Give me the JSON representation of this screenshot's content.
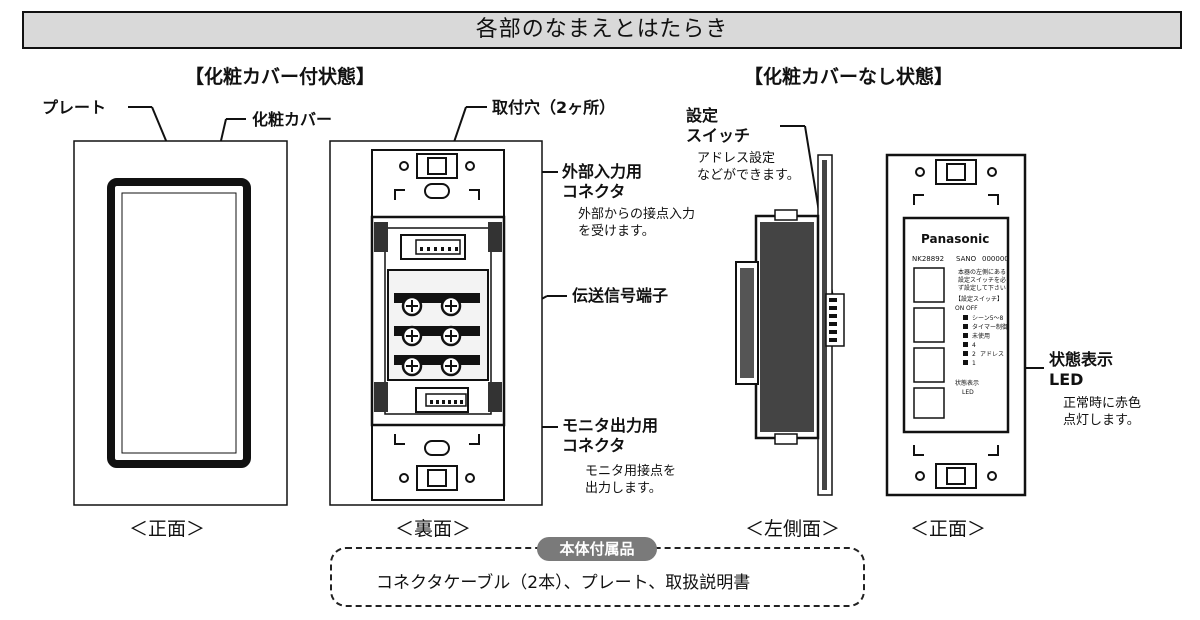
{
  "title": "各部のなまえとはたらき",
  "left_heading": "【化粧カバー付状態】",
  "right_heading": "【化粧カバーなし状態】",
  "labels": {
    "plate": "プレート",
    "cover": "化粧カバー",
    "mount_hole": "取付穴（2ヶ所）",
    "ext_input_1": "外部入力用",
    "ext_input_2": "コネクタ",
    "ext_input_desc_1": "外部からの接点入力",
    "ext_input_desc_2": "を受けます。",
    "signal_terminal": "伝送信号端子",
    "monitor_1": "モニタ出力用",
    "monitor_2": "コネクタ",
    "monitor_desc_1": "モニタ用接点を",
    "monitor_desc_2": "出力します。",
    "switch_1": "設定",
    "switch_2": "スイッチ",
    "switch_desc_1": "アドレス設定",
    "switch_desc_2": "などができます。",
    "led_1": "状態表示",
    "led_2": "LED",
    "led_desc_1": "正常時に赤色",
    "led_desc_2": "点灯します。"
  },
  "device_print": {
    "brand": "Panasonic",
    "model": "NK28892",
    "sano": "SANO",
    "serial": "000000",
    "note_1": "本器の左側にある",
    "note_2": "設定スイッチを必",
    "note_3": "ず設定して下さい",
    "switch_head": "【設定スイッチ】",
    "on": "ON",
    "off": "OFF",
    "dip_1": "シーン5～8",
    "dip_2": "タイマー制御",
    "dip_3": "未使用",
    "dip_4": "4",
    "dip_5": "2",
    "dip_6": "1",
    "dip_addr": "アドレス",
    "led_print_1": "状態表示",
    "led_print_2": "LED"
  },
  "captions": {
    "front": "＜正面＞",
    "back": "＜裏面＞",
    "left_side": "＜左側面＞",
    "front2": "＜正面＞"
  },
  "accessories": {
    "title": "本体付属品",
    "text": "コネクタケーブル（2本）、プレート、取扱説明書"
  }
}
